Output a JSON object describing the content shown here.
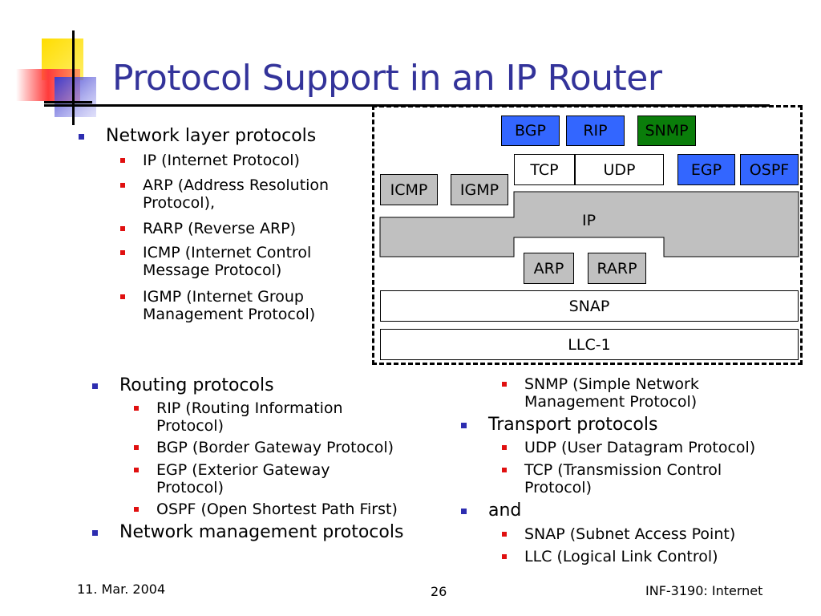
{
  "title": "Protocol Support in an IP Router",
  "col_left": {
    "heading": "Network layer protocols",
    "items": [
      "IP (Internet Protocol)",
      [
        "ARP (Address Resolution",
        "Protocol),"
      ],
      "RARP (Reverse ARP)",
      [
        "ICMP (Internet Control",
        "Message Protocol)"
      ],
      [
        "IGMP (Internet Group",
        "Management Protocol)"
      ]
    ]
  },
  "col_bottom_left": {
    "routing": "Routing protocols",
    "routing_items": [
      [
        "RIP (Routing Information",
        "Protocol)"
      ],
      "BGP (Border Gateway Protocol)",
      [
        "EGP (Exterior Gateway",
        "Protocol)"
      ],
      "OSPF (Open Shortest Path First)"
    ],
    "netmgmt": "Network management protocols"
  },
  "col_bottom_right": {
    "snmp_item": [
      "SNMP (Simple Network",
      "Management Protocol)"
    ],
    "transport": "Transport protocols",
    "transport_items": [
      "UDP (User Datagram Protocol)",
      [
        "TCP (Transmission Control",
        "Protocol)"
      ]
    ],
    "and": "and",
    "and_items": [
      "SNAP (Subnet Access Point)",
      "LLC (Logical Link Control)"
    ]
  },
  "diagram": {
    "bgp": "BGP",
    "rip": "RIP",
    "snmp": "SNMP",
    "tcp": "TCP",
    "udp": "UDP",
    "egp": "EGP",
    "ospf": "OSPF",
    "icmp": "ICMP",
    "igmp": "IGMP",
    "ip": "IP",
    "arp": "ARP",
    "rarp": "RARP",
    "snap": "SNAP",
    "llc": "LLC-1"
  },
  "footer": {
    "date": "11. Mar. 2004",
    "page": "26",
    "course": "INF-3190: Internet"
  },
  "colors": {
    "title": "#33339a",
    "blue_box": "#3366ff",
    "green_box": "#0a7d0a",
    "gray_box": "#c0c0c0",
    "bullet1": "#2d2db0",
    "bullet2": "#e01010"
  }
}
